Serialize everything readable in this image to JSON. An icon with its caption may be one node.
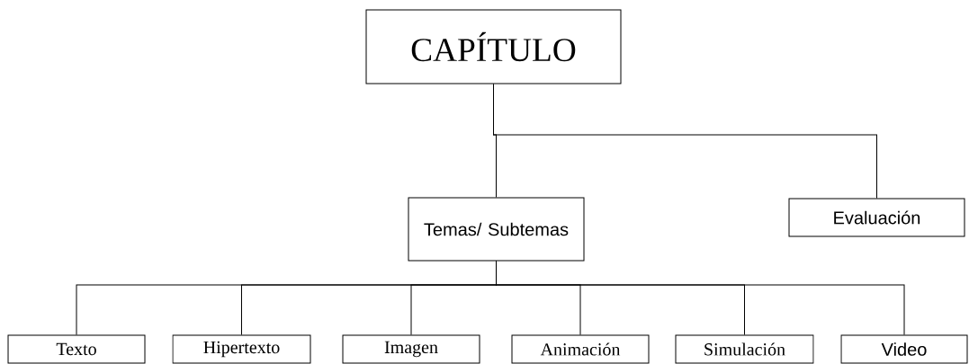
{
  "diagram": {
    "nodes": [
      {
        "text": [
          "CAPÍTULO"
        ]
      },
      {
        "text": [
          "Temas/ Subtemas"
        ]
      },
      {
        "text": [
          "Evaluación"
        ]
      },
      {
        "text": [
          "Texto"
        ]
      },
      {
        "text": [
          "Hipertexto"
        ]
      },
      {
        "text": [
          "Imagen"
        ]
      },
      {
        "text": [
          "Animación"
        ]
      },
      {
        "text": [
          "Simulación"
        ]
      },
      {
        "text": [
          "Video"
        ]
      }
    ],
    "edges": [
      {
        "from": 0,
        "to": 1,
        "arrow": "none"
      },
      {
        "from": 0,
        "to": 2,
        "arrow": "none"
      },
      {
        "from": 1,
        "to": 3,
        "arrow": "none"
      },
      {
        "from": 1,
        "to": 4,
        "arrow": "none"
      },
      {
        "from": 1,
        "to": 5,
        "arrow": "none"
      },
      {
        "from": 1,
        "to": 6,
        "arrow": "none"
      },
      {
        "from": 1,
        "to": 7,
        "arrow": "none"
      },
      {
        "from": 1,
        "to": 8,
        "arrow": "none"
      }
    ]
  }
}
